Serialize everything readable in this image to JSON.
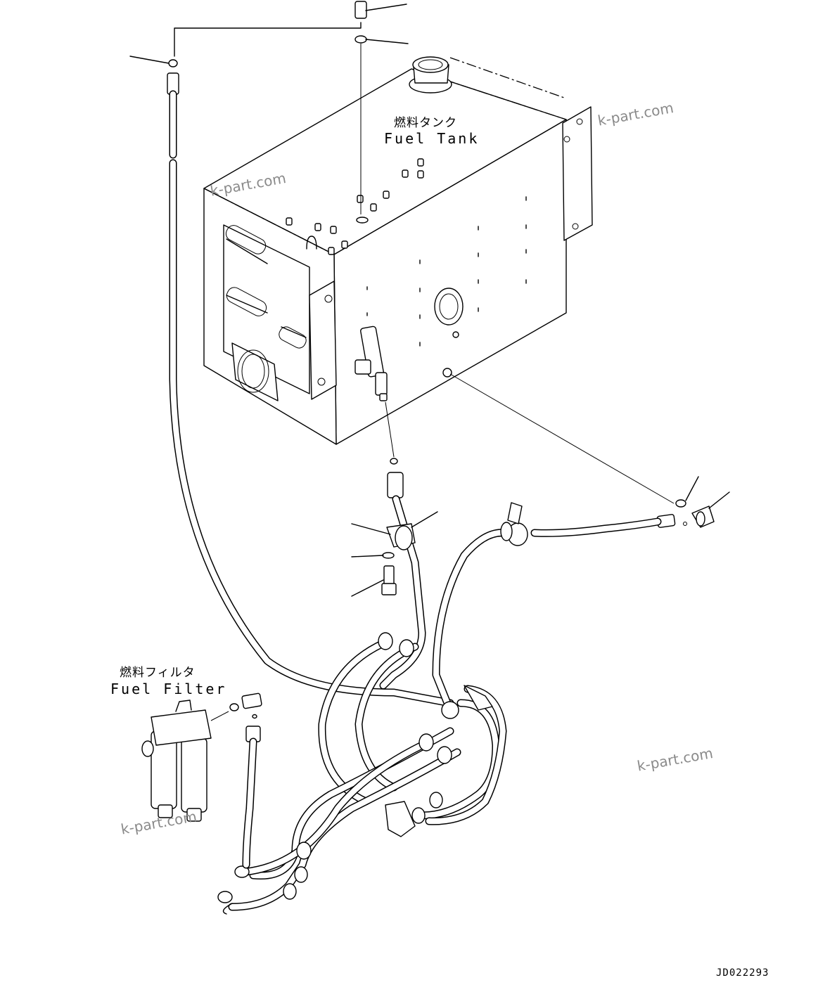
{
  "labels": {
    "fuel_tank_jp": "燃料タンク",
    "fuel_tank_en": "Fuel Tank",
    "fuel_filter_jp": "燃料フィルタ",
    "fuel_filter_en": "Fuel Filter"
  },
  "watermark_text": "k-part.com",
  "drawing_number": "JD022293"
}
